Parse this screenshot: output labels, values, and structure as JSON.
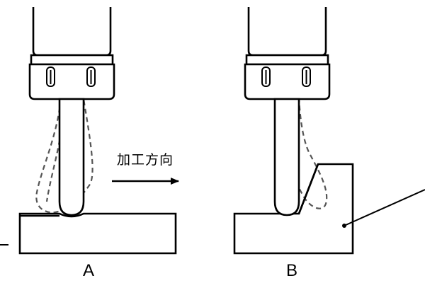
{
  "direction_label": "加工方向",
  "panel_a": {
    "label": "A"
  },
  "panel_b": {
    "label": "B"
  }
}
